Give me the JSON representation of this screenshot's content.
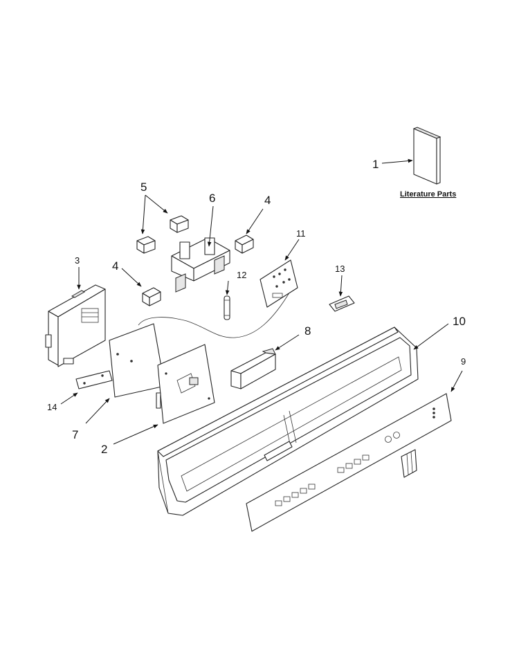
{
  "callouts": {
    "c1": "1",
    "c2": "2",
    "c3": "3",
    "c4a": "4",
    "c4b": "4",
    "c5": "5",
    "c6": "6",
    "c7": "7",
    "c8": "8",
    "c9": "9",
    "c10": "10",
    "c11": "11",
    "c12": "12",
    "c13": "13",
    "c14": "14"
  },
  "literature_label": "Literature Parts",
  "colors": {
    "line": "#222222",
    "background": "#ffffff",
    "shade": "#e6e6e6"
  }
}
